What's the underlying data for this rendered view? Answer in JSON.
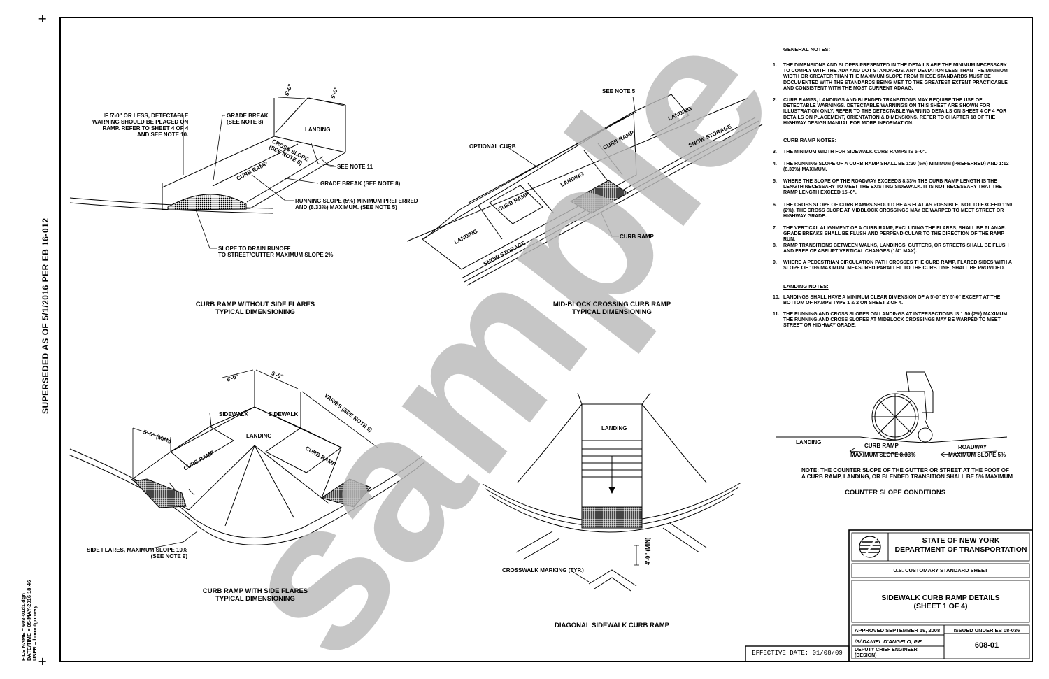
{
  "margin_text": "SUPERSEDED AS OF 5/1/2016 PER EB 16-012",
  "file_info": [
    "FILE NAME = 608-01d1.dgn",
    "DATE/TIME = 05-MAY-2016 18:46",
    "USER = hmontgomery"
  ],
  "watermark": "sample",
  "general_notes_title": "GENERAL NOTES:",
  "general_notes": [
    {
      "n": "1.",
      "t": "THE DIMENSIONS AND SLOPES PRESENTED IN THE DETAILS ARE THE MINIMUM NECESSARY TO COMPLY WITH THE ADA AND DOT STANDARDS.  ANY DEVIATION LESS THAN THE MINIMUM WIDTH OR GREATER THAN THE MAXIMUM SLOPE FROM THESE STANDARDS MUST BE DOCUMENTED WITH THE STANDARDS BEING MET TO THE GREATEST EXTENT PRACTICABLE AND CONSISTENT WITH THE MOST CURRENT ADAAG."
    },
    {
      "n": "2.",
      "t": "CURB RAMPS, LANDINGS AND BLENDED TRANSITIONS MAY REQUIRE THE USE OF DETECTABLE WARNINGS.  DETECTABLE WARNINGS ON THIS SHEET ARE SHOWN FOR ILLUSTRATION ONLY. REFER TO THE DETECTABLE WARNING DETAILS ON SHEET 4 OF 4 FOR DETAILS ON PLACEMENT, ORIENTATION & DIMENSIONS.  REFER TO CHAPTER 18 OF THE HIGHWAY DESIGN MANUAL FOR MORE INFORMATION."
    }
  ],
  "curb_ramp_notes_title": "CURB RAMP NOTES:",
  "curb_ramp_notes": [
    {
      "n": "3.",
      "t": "THE MINIMUM WIDTH FOR SIDEWALK CURB RAMPS IS 5'-0\"."
    },
    {
      "n": "4.",
      "t": "THE RUNNING SLOPE OF A CURB RAMP SHALL BE 1:20 (5%) MINIMUM (PREFERRED) AND 1:12 (8.33%) MAXIMUM."
    },
    {
      "n": "5.",
      "t": "WHERE THE SLOPE OF THE ROADWAY EXCEEDS 8.33% THE CURB RAMP LENGTH IS THE LENGTH NECESSARY TO MEET THE EXISTING SIDEWALK. IT IS NOT NECESSARY THAT THE RAMP LENGTH EXCEED 15'-0\"."
    },
    {
      "n": "6.",
      "t": "THE CROSS SLOPE OF CURB RAMPS SHOULD BE AS FLAT AS POSSIBLE, NOT TO EXCEED 1:50 (2%).  THE CROSS SLOPE AT MIDBLOCK CROSSINGS MAY BE WARPED TO MEET STREET OR HIGHWAY GRADE."
    },
    {
      "n": "7.",
      "t": "THE VERTICAL ALIGNMENT OF A CURB RAMP, EXCLUDING THE FLARES, SHALL BE PLANAR. GRADE BREAKS SHALL BE FLUSH AND PERPENDICULAR TO THE DIRECTION OF THE RAMP RUN."
    },
    {
      "n": "8.",
      "t": "RAMP TRANSITIONS BETWEEN WALKS, LANDINGS, GUTTERS, OR STREETS SHALL BE FLUSH AND FREE OF ABRUPT VERTICAL CHANGES (1/4\" MAX)."
    },
    {
      "n": "9.",
      "t": "WHERE A PEDESTRIAN CIRCULATION PATH CROSSES THE CURB RAMP, FLARED SIDES WITH A SLOPE OF 10% MAXIMUM, MEASURED PARALLEL TO THE CURB LINE, SHALL BE PROVIDED."
    }
  ],
  "landing_notes_title": "LANDING NOTES:",
  "landing_notes": [
    {
      "n": "10.",
      "t": "LANDINGS SHALL HAVE A MINIMUM CLEAR DIMENSION OF A 5'-0\" BY 5'-0\" EXCEPT AT THE BOTTOM OF RAMPS TYPE 1 & 2 ON SHEET 2 OF 4."
    },
    {
      "n": "11.",
      "t": "THE RUNNING AND CROSS SLOPES ON LANDINGS AT INTERSECTIONS IS 1:50 (2%) MAXIMUM. THE RUNNING AND CROSS SLOPES AT MIDBLOCK CROSSINGS MAY BE WARPED TO MEET STREET OR HIGHWAY GRADE."
    }
  ],
  "details": {
    "d1": {
      "caption": "CURB RAMP WITHOUT SIDE FLARES\nTYPICAL DIMENSIONING",
      "labels": {
        "if5": "IF 5'-0\" OR LESS, DETECTABLE\nWARNING SHOULD BE PLACED ON\nRAMP. REFER TO SHEET 4 OF 4\nAND SEE NOTE 10.",
        "grade_break": "GRADE BREAK\n(SEE NOTE 8)",
        "dim_a": "5'-0\"",
        "dim_b": "5'-0\"",
        "landing": "LANDING",
        "cross_slope": "CROSS SLOPE\n(SEE NOTE 6)",
        "curb_ramp": "CURB RAMP",
        "see11": "SEE NOTE 11",
        "grade_break2": "GRADE BREAK (SEE NOTE 8)",
        "running": "RUNNING SLOPE (5%) MINIMUM PREFERRED\nAND (8.33%) MAXIMUM. (SEE NOTE 5)",
        "drain": "SLOPE TO DRAIN RUNOFF\nTO STREET/GUTTER MAXIMUM SLOPE 2%"
      }
    },
    "d2": {
      "caption": "MID-BLOCK CROSSING CURB RAMP\nTYPICAL DIMENSIONING",
      "labels": {
        "see5": "SEE NOTE 5",
        "landing_top": "LANDING",
        "snow_top": "SNOW STORAGE",
        "optional_curb": "OPTIONAL CURB",
        "curb_ramp_a": "CURB RAMP",
        "curb_ramp_b": "CURB RAMP",
        "landing_mid": "LANDING",
        "landing_left": "LANDING",
        "snow_bottom": "SNOW STORAGE",
        "curb_ramp_callout": "CURB RAMP"
      }
    },
    "d3": {
      "caption": "CURB RAMP WITH SIDE FLARES\nTYPICAL DIMENSIONING",
      "labels": {
        "dim_a": "5'-0\"",
        "dim_b": "5'-0\"",
        "varies": "VARIES (SEE NOTE 5)",
        "sidewalk_l": "SIDEWALK",
        "sidewalk_r": "SIDEWALK",
        "landing": "LANDING",
        "min5": "5'-0\" (MIN.)",
        "curb_ramp_l": "CURB RAMP",
        "curb_ramp_r": "CURB RAMP",
        "flares": "SIDE FLARES, MAXIMUM SLOPE 10%\n(SEE NOTE 9)"
      }
    },
    "d4": {
      "caption": "DIAGONAL SIDEWALK CURB RAMP",
      "labels": {
        "landing": "LANDING",
        "crosswalk": "CROSSWALK MARKING (TYP.)",
        "min4": "4'-0\" (MIN)"
      }
    },
    "d5": {
      "caption": "COUNTER SLOPE CONDITIONS",
      "labels": {
        "landing": "LANDING",
        "curb_ramp": "CURB RAMP",
        "max833": "MAXIMUM SLOPE 8.33%",
        "roadway": "ROADWAY",
        "max5": "MAXIMUM SLOPE 5%",
        "note": "NOTE: THE COUNTER SLOPE OF THE GUTTER OR STREET AT THE FOOT OF\nA CURB RAMP, LANDING, OR BLENDED TRANSITION SHALL BE 5% MAXIMUM"
      }
    }
  },
  "title_block": {
    "agency_1": "STATE OF NEW YORK",
    "agency_2": "DEPARTMENT OF TRANSPORTATION",
    "standard": "U.S. CUSTOMARY STANDARD SHEET",
    "title_1": "SIDEWALK CURB RAMP DETAILS",
    "title_2": "(SHEET 1 OF 4)",
    "approved": "APPROVED SEPTEMBER 19, 2008",
    "signed": "/S/ DANIEL D'ANGELO,  P.E.",
    "role_1": "DEPUTY CHIEF ENGINEER",
    "role_2": "(DESIGN)",
    "issued": "ISSUED UNDER EB 08-036",
    "sheet_no": "608-01",
    "effective": "EFFECTIVE DATE: 01/08/09"
  }
}
